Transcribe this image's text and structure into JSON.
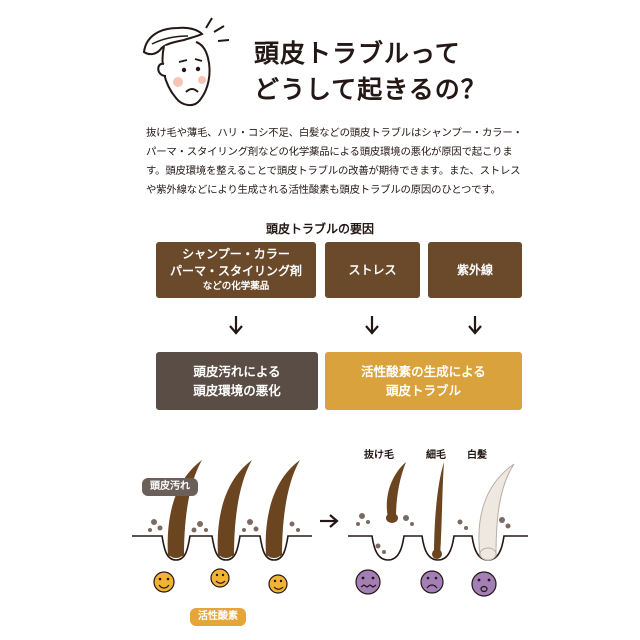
{
  "header": {
    "title_line1": "頭皮トラブルって",
    "title_line2": "どうして起きるの？"
  },
  "intro": {
    "text": "抜け毛や薄毛、ハリ・コシ不足、白髪などの頭皮トラブルはシャンプー・カラー・パーマ・スタイリング剤などの化学薬品による頭皮環境の悪化が原因で起こります。頭皮環境を整えることで頭皮トラブルの改善が期待できます。また、ストレスや紫外線などにより生成される活性酸素も頭皮トラブルの原因のひとつです。"
  },
  "causes": {
    "title": "頭皮トラブルの要因",
    "items": [
      {
        "line1": "シャンプー・カラー",
        "line2": "パーマ・スタイリング剤",
        "small": "などの化学薬品"
      },
      {
        "line1": "ストレス"
      },
      {
        "line1": "紫外線"
      }
    ]
  },
  "results": [
    {
      "line1": "頭皮汚れによる",
      "line2": "頭皮環境の悪化"
    },
    {
      "line1": "活性酸素の生成による",
      "line2": "頭皮トラブル"
    }
  ],
  "illustration": {
    "left_tag": "頭皮汚れ",
    "bottom_tag": "活性酸素",
    "hair_labels": [
      "抜け毛",
      "細毛",
      "白髪"
    ]
  },
  "colors": {
    "cause_box": "#6b4a2b",
    "result_dark": "#5a4d45",
    "result_gold": "#d9a23c",
    "hair_brown": "#6b4420",
    "hair_white": "#eee8e0",
    "smiley_yellow": "#f2b233",
    "smiley_purple": "#a37fb5"
  },
  "icons": [
    "face-icon",
    "down-arrow-icon",
    "right-arrow-icon",
    "smiley-icon",
    "sad-face-icon"
  ]
}
